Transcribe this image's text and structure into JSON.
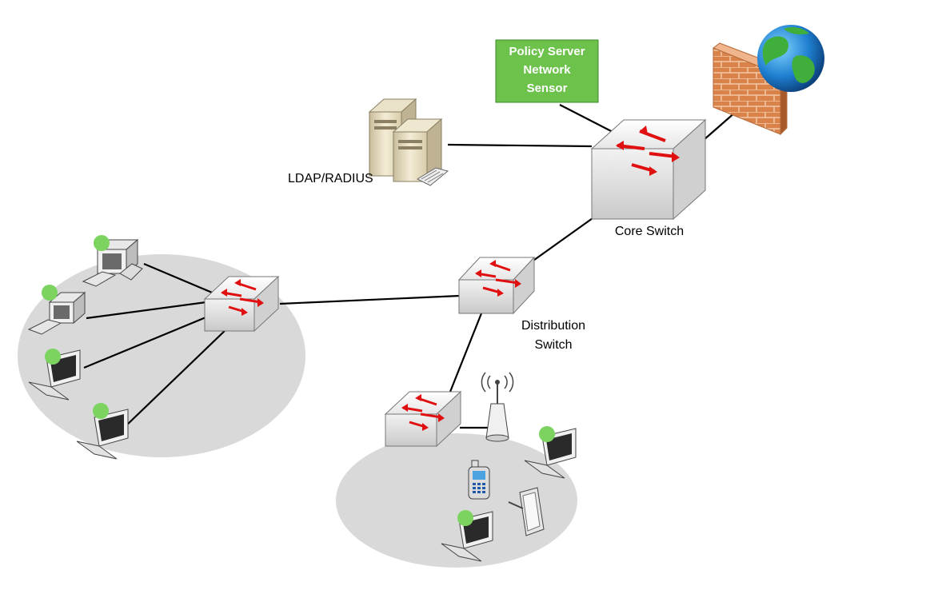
{
  "labels": {
    "ldap": "LDAP/RADIUS",
    "core_switch": "Core Switch",
    "distribution_line1": "Distribution",
    "distribution_line2": "Switch",
    "policy_line1": "Policy Server",
    "policy_line2": "Network",
    "policy_line3": "Sensor"
  },
  "colors": {
    "policy_box": "#6cc24a",
    "status_dot": "#7dd35f",
    "group_area": "#d9d9d9",
    "arrow": "#e01010",
    "firewall_brick": "#d9824a"
  },
  "icons": {
    "switch": "switch-icon",
    "server": "server-icon",
    "firewall": "firewall-icon",
    "globe": "globe-icon",
    "desktop": "desktop-computer-icon",
    "laptop": "laptop-icon",
    "access_point": "wireless-access-point-icon",
    "phone": "mobile-phone-icon",
    "tablet": "tablet-icon"
  }
}
